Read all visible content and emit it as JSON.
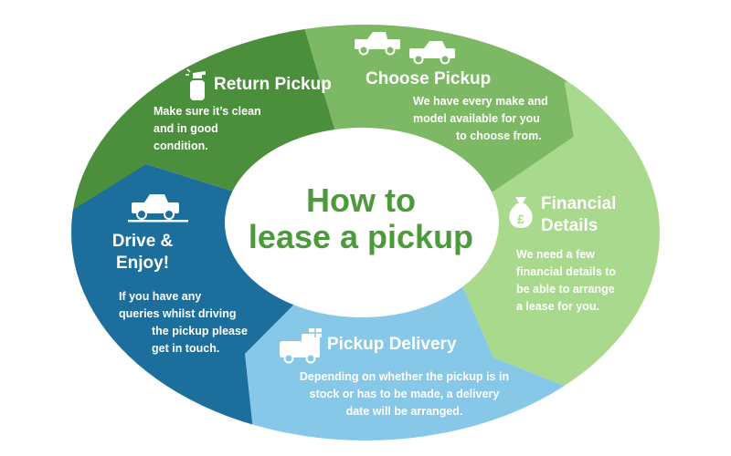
{
  "center": {
    "line1": "How to",
    "line2": "lease a pickup"
  },
  "steps": [
    {
      "title": "Choose Pickup",
      "description": [
        "We have every make and",
        "model available for you",
        "to choose from."
      ],
      "color": "#7db865",
      "icon": "two-pickup-trucks-icon"
    },
    {
      "title": "Financial Details",
      "title_lines": [
        "Financial",
        "Details"
      ],
      "description": [
        "We need a few",
        "financial details to",
        "be able to arrange",
        "a lease for you."
      ],
      "color": "#a9d98d",
      "icon": "money-bag-icon"
    },
    {
      "title": "Pickup Delivery",
      "description": [
        "Depending on whether the pickup is in",
        "stock or has to be made, a delivery",
        "date will be arranged."
      ],
      "color": "#87c8e8",
      "icon": "delivery-van-gift-icon"
    },
    {
      "title": "Drive & Enjoy!",
      "title_lines": [
        "Drive &",
        "Enjoy!"
      ],
      "description": [
        "If you have any",
        "queries whilst driving",
        "the pickup please",
        "get in touch."
      ],
      "color": "#1c6e9c",
      "icon": "pickup-truck-icon"
    },
    {
      "title": "Return Pickup",
      "description": [
        "Make sure it’s clean",
        "and in good",
        "condition."
      ],
      "color": "#4b8e3c",
      "icon": "spray-bottle-icon"
    }
  ],
  "colors": {
    "center_fill": "#ffffff",
    "center_text": "#4c9a3c"
  }
}
